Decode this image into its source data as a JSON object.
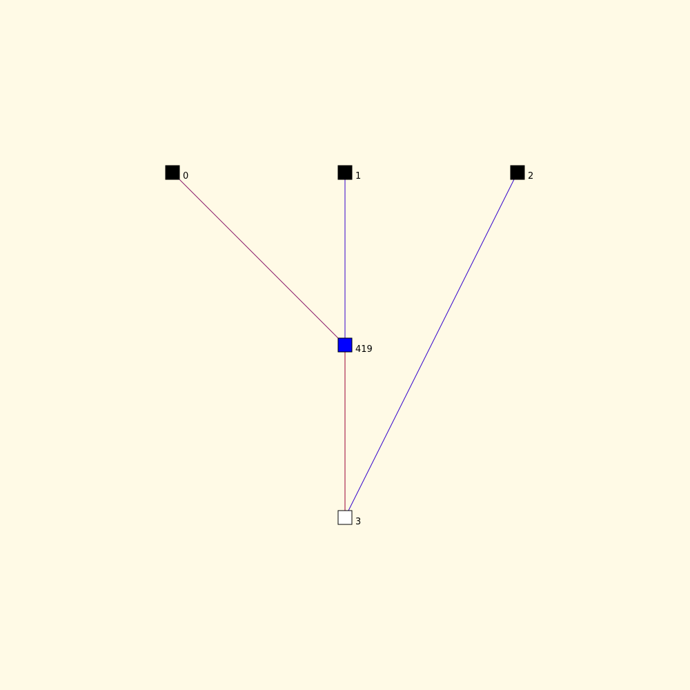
{
  "colors": {
    "background": "#fffae6",
    "node_black": "#000000",
    "node_blue": "#0000ff",
    "node_white": "#ffffff",
    "edge_purple": "#8b1a6b",
    "edge_blue": "#3300cc",
    "edge_red": "#990033"
  },
  "nodes": [
    {
      "id": "0",
      "label": "0",
      "fill": "#000000"
    },
    {
      "id": "1",
      "label": "1",
      "fill": "#000000"
    },
    {
      "id": "2",
      "label": "2",
      "fill": "#000000"
    },
    {
      "id": "419",
      "label": "419",
      "fill": "#0000ff"
    },
    {
      "id": "3",
      "label": "3",
      "fill": "#ffffff"
    }
  ],
  "edges": [
    {
      "from": "0",
      "to": "419",
      "color": "#8b1a6b"
    },
    {
      "from": "1",
      "to": "419",
      "color": "#3300cc"
    },
    {
      "from": "419",
      "to": "3",
      "color": "#990033"
    },
    {
      "from": "2",
      "to": "3",
      "color": "#3300cc"
    }
  ]
}
